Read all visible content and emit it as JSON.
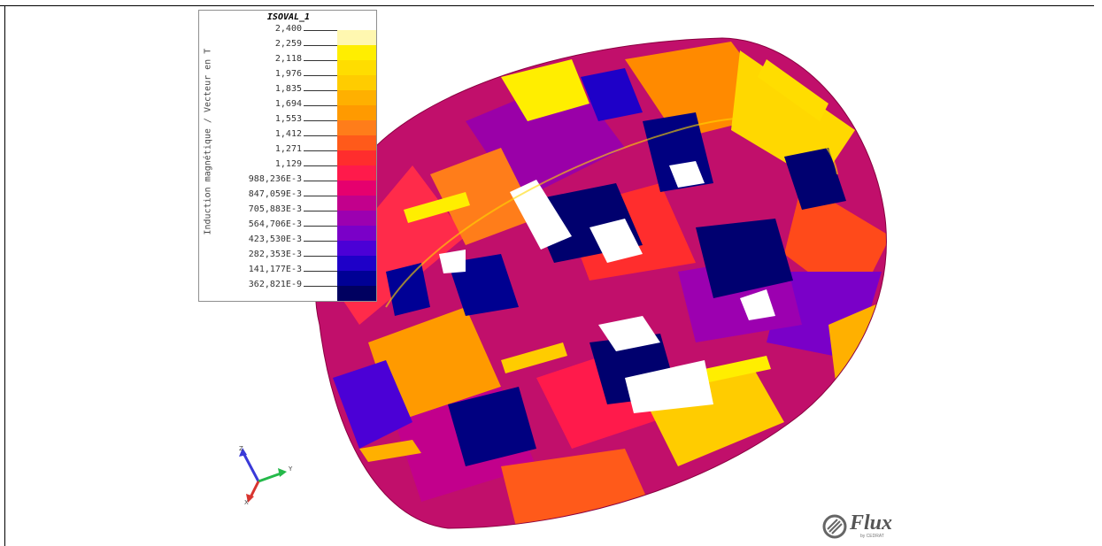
{
  "legend": {
    "title": "ISOVAL_1",
    "axis_label": "Induction magnétique / Vecteur en T",
    "entries": [
      {
        "label": "2,400",
        "color": "#fff7b0"
      },
      {
        "label": "2,259",
        "color": "#ffee00"
      },
      {
        "label": "2,118",
        "color": "#ffdd00"
      },
      {
        "label": "1,976",
        "color": "#ffcc00"
      },
      {
        "label": "1,835",
        "color": "#ffb000"
      },
      {
        "label": "1,694",
        "color": "#ff9a00"
      },
      {
        "label": "1,553",
        "color": "#ff7d1a"
      },
      {
        "label": "1,412",
        "color": "#ff5a1a"
      },
      {
        "label": "1,271",
        "color": "#ff2d2d"
      },
      {
        "label": "1,129",
        "color": "#ff1a4b"
      },
      {
        "label": "988,236E-3",
        "color": "#e6006e"
      },
      {
        "label": "847,059E-3",
        "color": "#c2008c"
      },
      {
        "label": "705,883E-3",
        "color": "#9c00b0"
      },
      {
        "label": "564,706E-3",
        "color": "#7a00c8"
      },
      {
        "label": "423,530E-3",
        "color": "#4b00d6"
      },
      {
        "label": "282,353E-3",
        "color": "#1e00c8"
      },
      {
        "label": "141,177E-3",
        "color": "#000095"
      },
      {
        "label": "362,821E-9",
        "color": "#000060"
      }
    ]
  },
  "triad": {
    "x": "Y",
    "y": "Z",
    "z": "X"
  },
  "brand": {
    "name": "Flux",
    "sub": "by CEDRAT"
  }
}
